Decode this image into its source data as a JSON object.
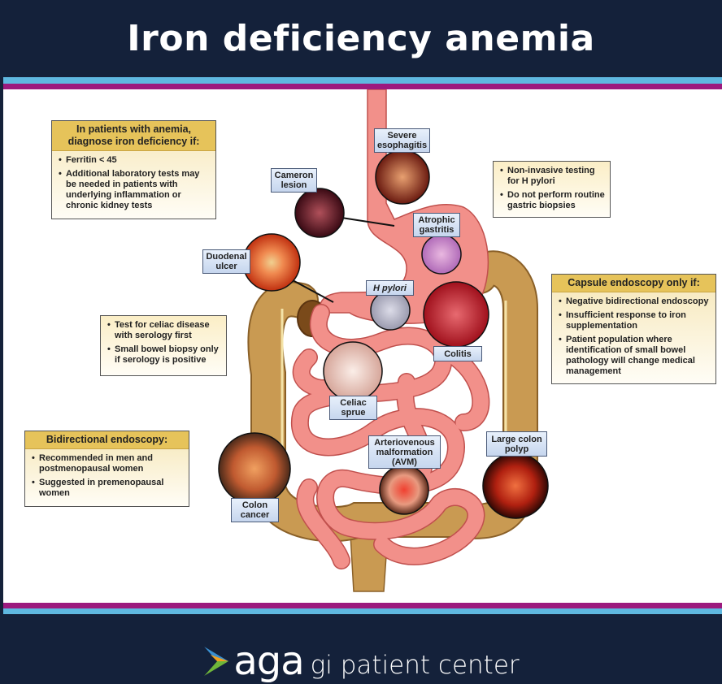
{
  "title": "Iron deficiency anemia",
  "colors": {
    "navy": "#14213a",
    "stripe_blue": "#5fb8e0",
    "stripe_magenta": "#9c1a7e",
    "box_header": "#e6c35a",
    "small_bowel": "#f2908a",
    "colon": "#c99a52"
  },
  "boxes": {
    "diagnose": {
      "header": "In patients with anemia, diagnose iron deficiency if:",
      "items": [
        "Ferritin < 45",
        "Additional laboratory tests may be needed in patients with underlying inflammation or chronic kidney tests"
      ]
    },
    "hpylori": {
      "items": [
        "Non-invasive testing for H pylori",
        "Do not perform routine gastric biopsies"
      ]
    },
    "capsule": {
      "header": "Capsule endoscopy only if:",
      "items": [
        "Negative bidirectional endoscopy",
        "Insufficient response to iron supplementation",
        "Patient population where identification of small bowel pathology will change medical management"
      ]
    },
    "celiac": {
      "items": [
        "Test for celiac disease with serology first",
        "Small bowel biopsy only if serology is positive"
      ]
    },
    "bidirectional": {
      "header": "Bidirectional endoscopy:",
      "items": [
        "Recommended in men and postmenopausal women",
        "Suggested in premenopausal women"
      ]
    }
  },
  "labels": {
    "esophagitis": "Severe esophagitis",
    "cameron": "Cameron lesion",
    "atrophic": "Atrophic gastritis",
    "duodenal": "Duodenal ulcer",
    "hpylori": "H pylori",
    "colitis": "Colitis",
    "celiac": "Celiac sprue",
    "avm": "Arteriovenous malformation (AVM)",
    "polyp": "Large colon polyp",
    "cancer": "Colon cancer"
  },
  "footer": {
    "brand": "aga",
    "tagline": "gi patient center"
  }
}
